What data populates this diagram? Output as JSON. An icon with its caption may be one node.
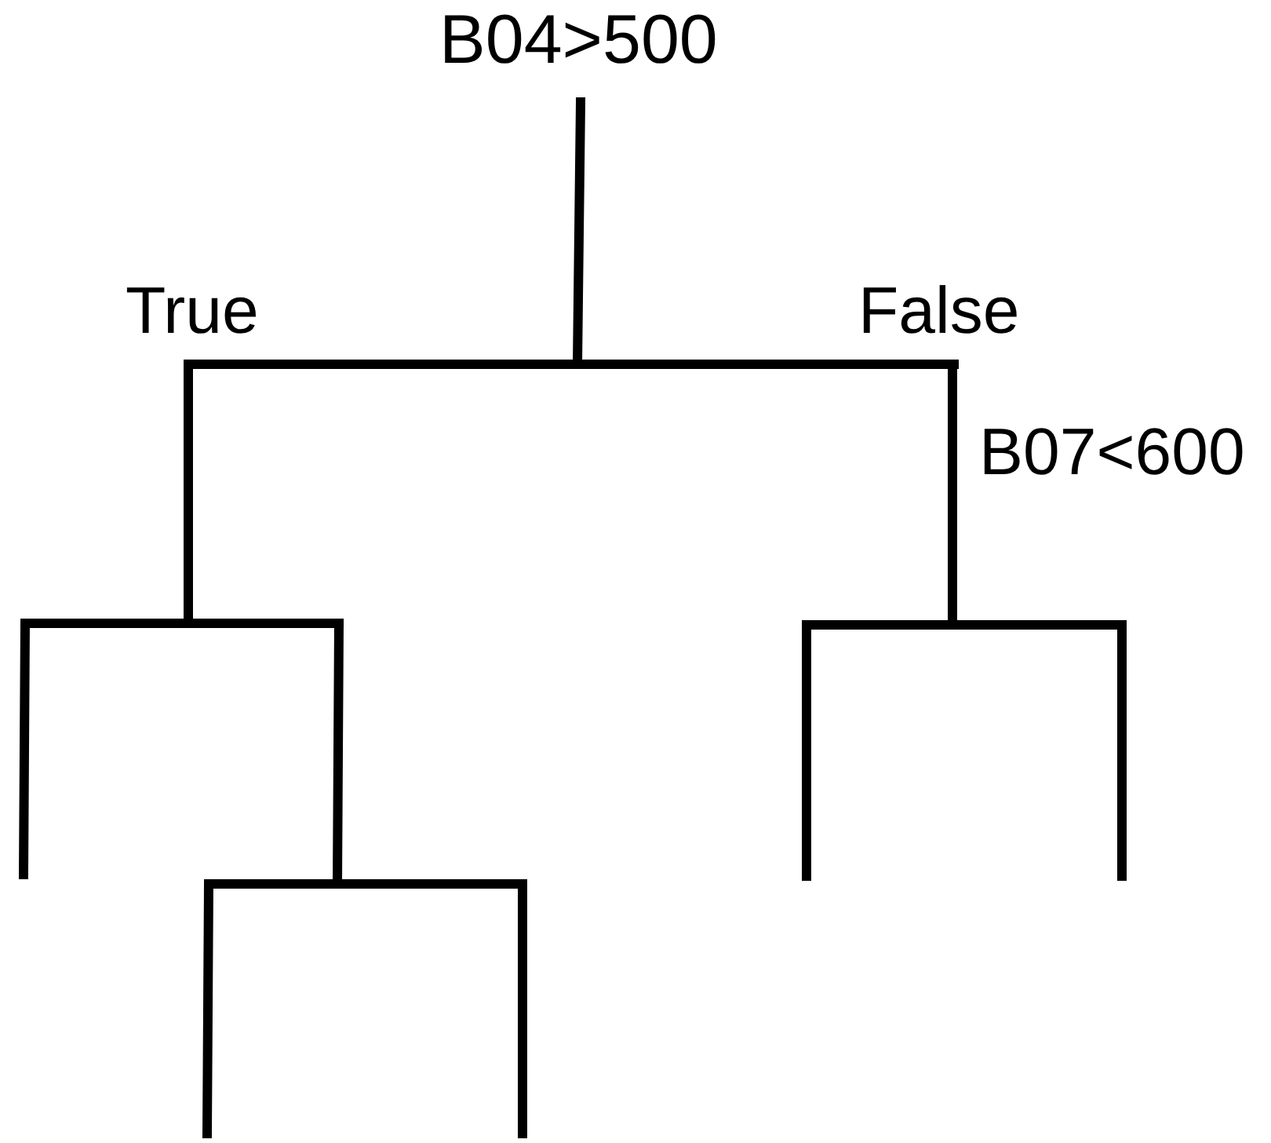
{
  "diagram": {
    "labels": [
      "B04>500",
      "True",
      "False",
      "B07<600"
    ]
  }
}
